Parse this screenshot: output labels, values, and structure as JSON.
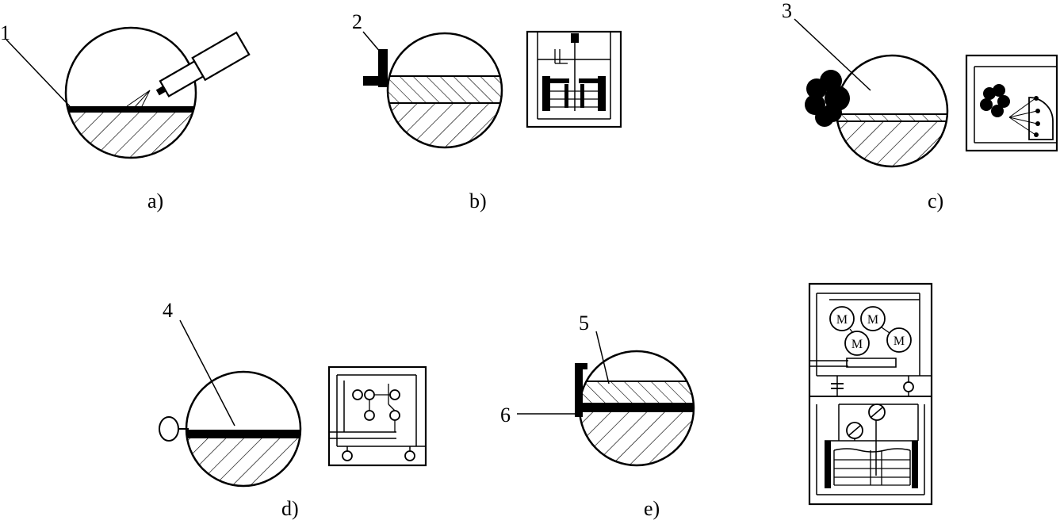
{
  "diagram": {
    "captions": {
      "a": "a)",
      "b": "b)",
      "c": "c)",
      "d": "d)",
      "e": "e)"
    },
    "labels": {
      "l1": "1",
      "l2": "2",
      "l3": "3",
      "l4": "4",
      "l5": "5",
      "l6": "6"
    },
    "motor_symbol": "M",
    "colors": {
      "ink": "#000000",
      "paper": "#ffffff"
    }
  }
}
